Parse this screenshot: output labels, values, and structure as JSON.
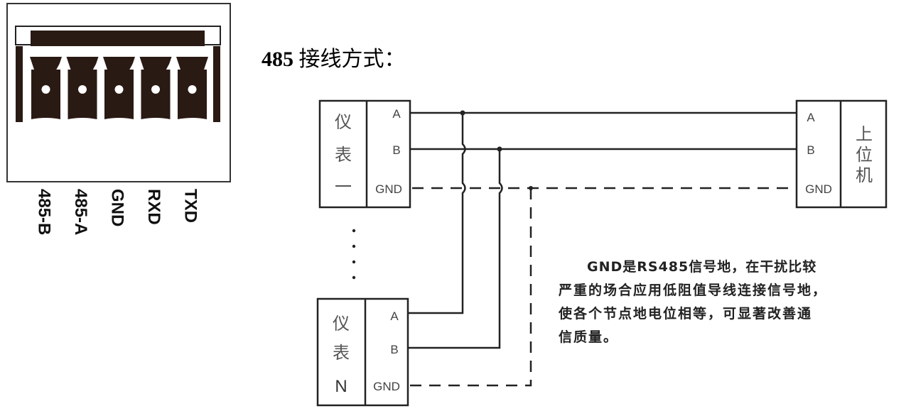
{
  "connector": {
    "pins": [
      "485-B",
      "485-A",
      "GND",
      "RXD",
      "TXD"
    ]
  },
  "title": {
    "prefix": "485",
    "text": " 接线方式："
  },
  "diagram": {
    "device1": {
      "name_chars": [
        "仪",
        "表",
        "一"
      ],
      "terminals": [
        "A",
        "B",
        "GND"
      ]
    },
    "deviceN": {
      "name_chars": [
        "仪",
        "表",
        "N"
      ],
      "terminals": [
        "A",
        "B",
        "GND"
      ]
    },
    "host": {
      "name_chars": [
        "上",
        "位",
        "机"
      ],
      "terminals": [
        "A",
        "B",
        "GND"
      ]
    },
    "ellipsis": "⋮"
  },
  "note": {
    "lines": [
      "GND是RS485信号地，在干扰比较",
      "严重的场合应用低阻值导线连接信号地，",
      "使各个节点地电位相等，可显著改善通",
      "信质量。"
    ]
  }
}
